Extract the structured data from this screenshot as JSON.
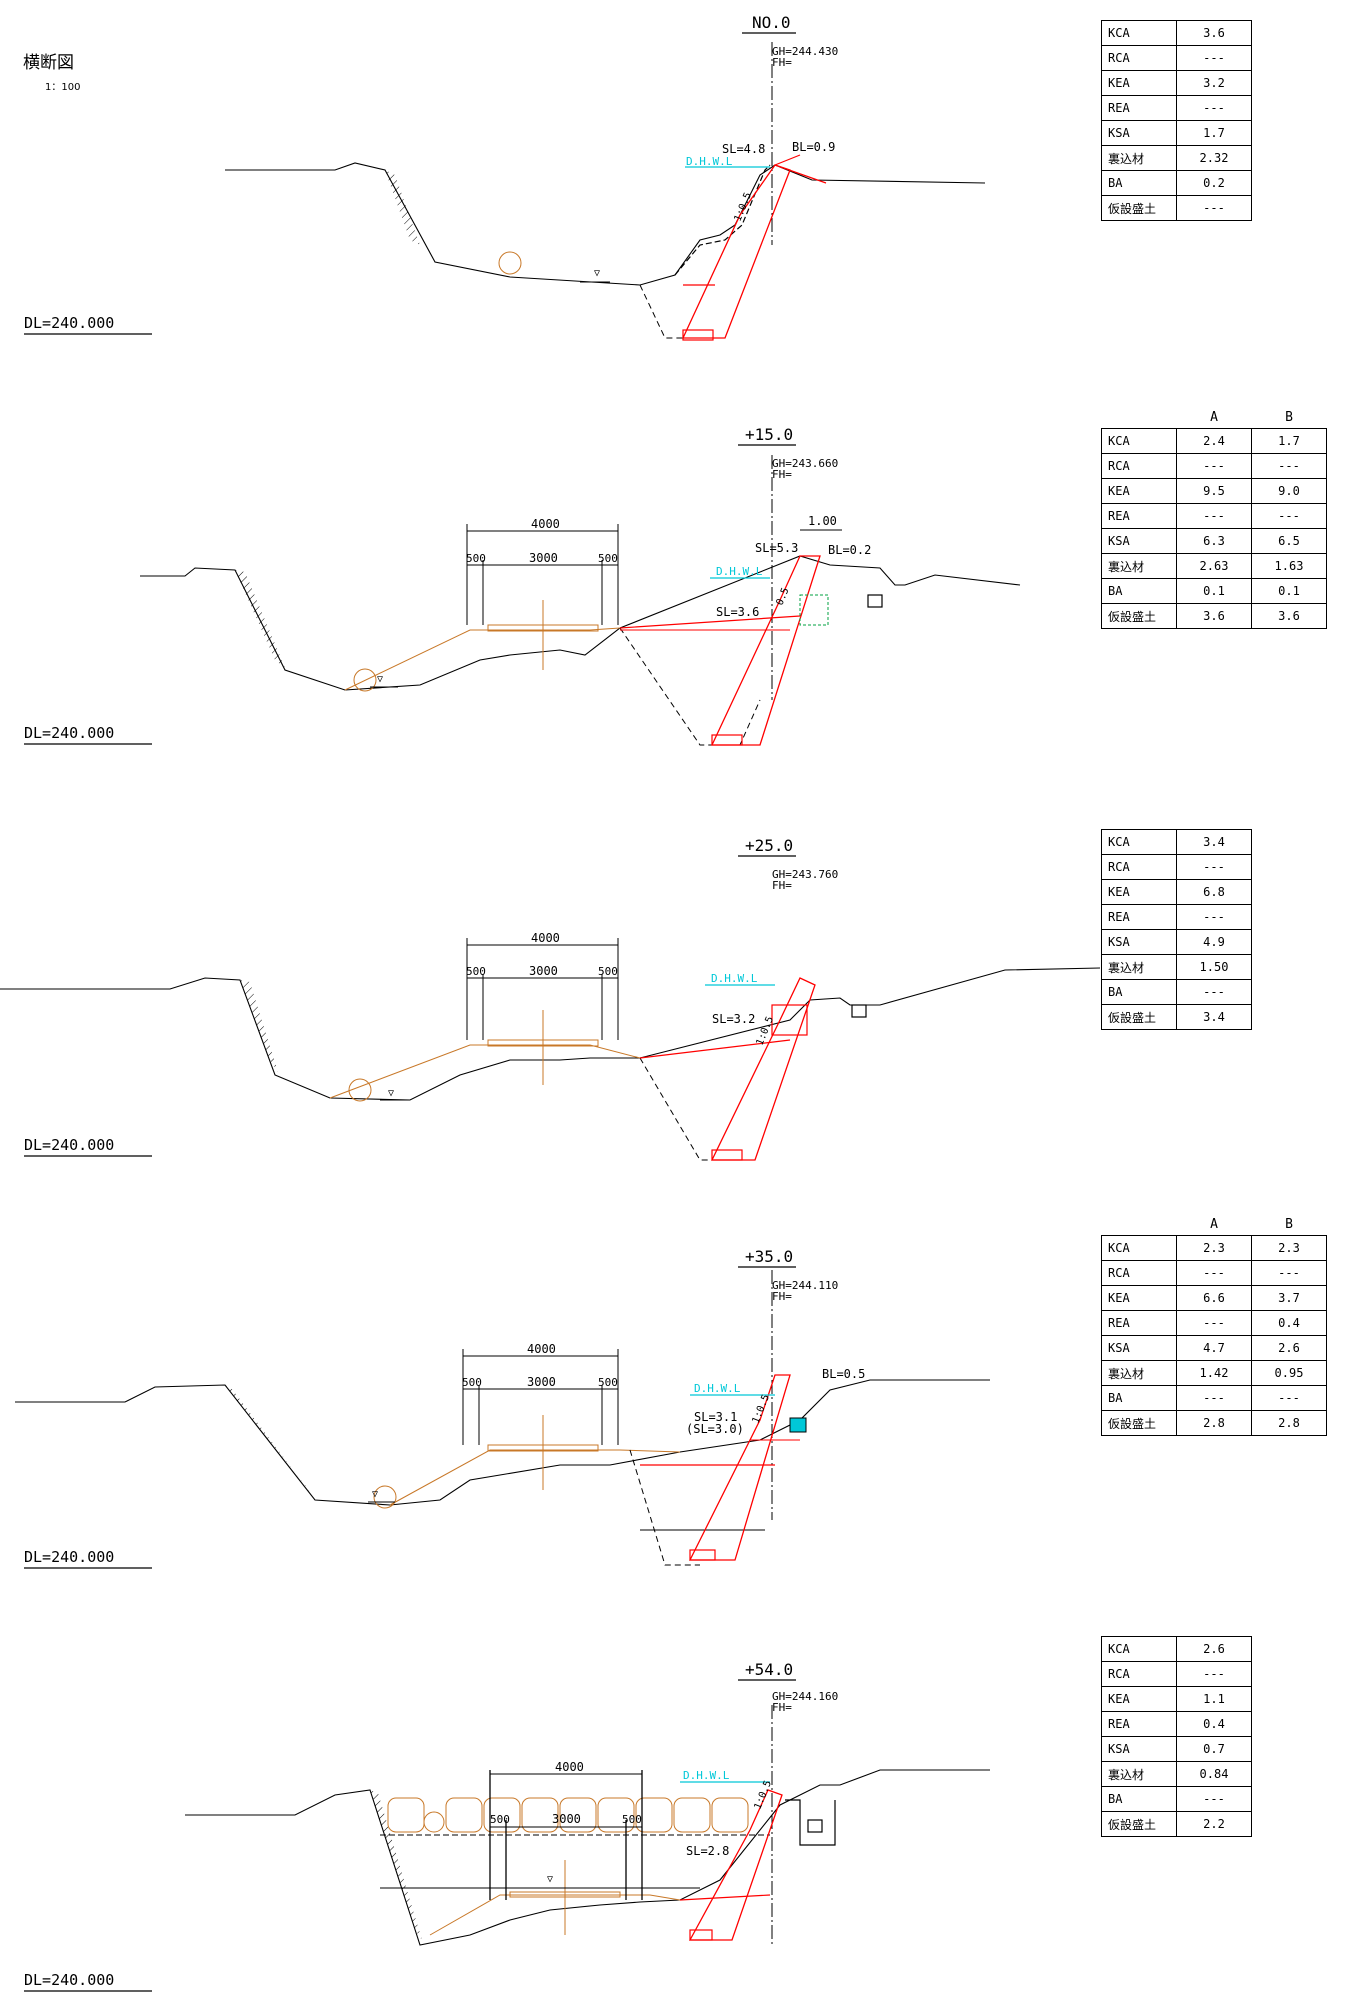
{
  "drawing_title": "横断図",
  "drawing_scale": "1：100",
  "common": {
    "dl": "DL=240.000",
    "fh": "FH=",
    "dhwl": "D.H.W.L",
    "dim_4000": "4000",
    "dim_3000": "3000",
    "dim_500": "500",
    "dim_100": "1.00",
    "col_a": "A",
    "col_b": "B"
  },
  "sections": [
    {
      "station": "NO.0",
      "gh": "GH=244.430",
      "sl": "SL=4.8",
      "bl": "BL=0.9",
      "slope": "1:0.5",
      "table": [
        [
          "KCA",
          "3.6"
        ],
        [
          "RCA",
          "---"
        ],
        [
          "KEA",
          "3.2"
        ],
        [
          "REA",
          "---"
        ],
        [
          "KSA",
          "1.7"
        ],
        [
          "裏込材",
          "2.32"
        ],
        [
          "BA",
          "0.2"
        ],
        [
          "仮設盛土",
          "---"
        ]
      ]
    },
    {
      "station": "+15.0",
      "gh": "GH=243.660",
      "sl": "SL=5.3",
      "sl2": "SL=3.6",
      "bl": "BL=0.2",
      "slope": "0.5",
      "table": [
        [
          "KCA",
          "2.4",
          "1.7"
        ],
        [
          "RCA",
          "---",
          "---"
        ],
        [
          "KEA",
          "9.5",
          "9.0"
        ],
        [
          "REA",
          "---",
          "---"
        ],
        [
          "KSA",
          "6.3",
          "6.5"
        ],
        [
          "裏込材",
          "2.63",
          "1.63"
        ],
        [
          "BA",
          "0.1",
          "0.1"
        ],
        [
          "仮設盛土",
          "3.6",
          "3.6"
        ]
      ]
    },
    {
      "station": "+25.0",
      "gh": "GH=243.760",
      "sl": "SL=3.2",
      "slope": "1:0.5",
      "table": [
        [
          "KCA",
          "3.4"
        ],
        [
          "RCA",
          "---"
        ],
        [
          "KEA",
          "6.8"
        ],
        [
          "REA",
          "---"
        ],
        [
          "KSA",
          "4.9"
        ],
        [
          "裏込材",
          "1.50"
        ],
        [
          "BA",
          "---"
        ],
        [
          "仮設盛土",
          "3.4"
        ]
      ]
    },
    {
      "station": "+35.0",
      "gh": "GH=244.110",
      "sl": "SL=3.1",
      "sl_alt": "(SL=3.0)",
      "bl": "BL=0.5",
      "slope": "1:0.5",
      "table": [
        [
          "KCA",
          "2.3",
          "2.3"
        ],
        [
          "RCA",
          "---",
          "---"
        ],
        [
          "KEA",
          "6.6",
          "3.7"
        ],
        [
          "REA",
          "---",
          "0.4"
        ],
        [
          "KSA",
          "4.7",
          "2.6"
        ],
        [
          "裏込材",
          "1.42",
          "0.95"
        ],
        [
          "BA",
          "---",
          "---"
        ],
        [
          "仮設盛土",
          "2.8",
          "2.8"
        ]
      ]
    },
    {
      "station": "+54.0",
      "gh": "GH=244.160",
      "sl": "SL=2.8",
      "slope": "1:0.5",
      "table": [
        [
          "KCA",
          "2.6"
        ],
        [
          "RCA",
          "---"
        ],
        [
          "KEA",
          "1.1"
        ],
        [
          "REA",
          "0.4"
        ],
        [
          "KSA",
          "0.7"
        ],
        [
          "裏込材",
          "0.84"
        ],
        [
          "BA",
          "---"
        ],
        [
          "仮設盛土",
          "2.2"
        ]
      ]
    }
  ],
  "colors": {
    "ground": "#000000",
    "structure": "#ff0000",
    "waterline": "#00c8d8",
    "temporary_fill": "#c87828",
    "centerline": "#000000"
  }
}
